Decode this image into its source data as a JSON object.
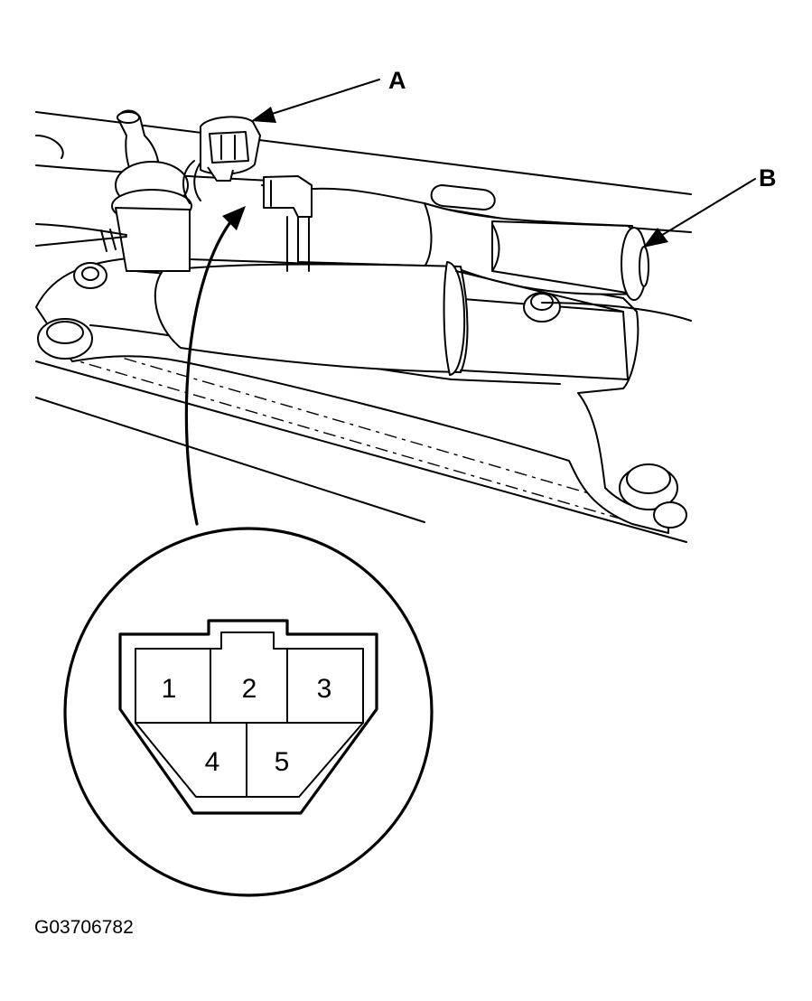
{
  "labels": {
    "connector": "A",
    "motor": "B"
  },
  "connector_pins": [
    "1",
    "2",
    "3",
    "4",
    "5"
  ],
  "figure_id": "G03706782"
}
